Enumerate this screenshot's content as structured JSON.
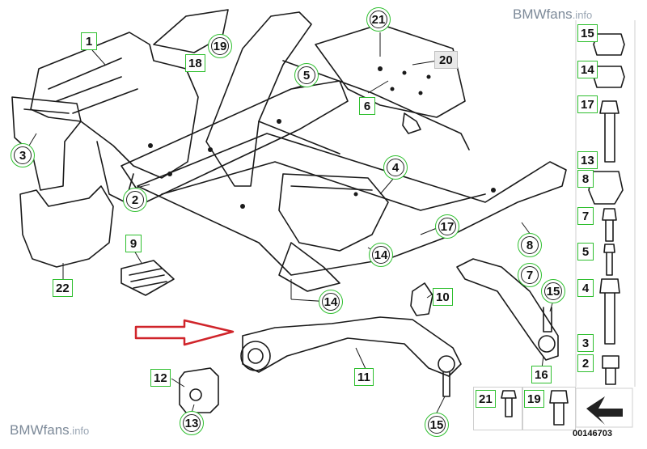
{
  "watermark": {
    "brand": "BMWfans",
    "suffix": ".info"
  },
  "document_number": "00146703",
  "callouts": {
    "c1": "1",
    "c2": "2",
    "c3": "3",
    "c4": "4",
    "c5": "5",
    "c6": "6",
    "c7": "7",
    "c8": "8",
    "c9": "9",
    "c10": "10",
    "c11": "11",
    "c12": "12",
    "c13": "13",
    "c14a": "14",
    "c14b": "14",
    "c15a": "15",
    "c15b": "15",
    "c16": "16",
    "c17": "17",
    "c18": "18",
    "c19": "19",
    "c20": "20",
    "c21": "21",
    "c22": "22"
  },
  "legend": {
    "r15": "15",
    "r14": "14",
    "r17": "17",
    "r13": "13",
    "r8": "8",
    "r7": "7",
    "r5": "5",
    "r4": "4",
    "r3": "3",
    "r2": "2",
    "b21": "21",
    "b19": "19"
  },
  "colors": {
    "callout_border": "#2fbf2f",
    "arrow": "#d0242a",
    "line": "#1a1a1a"
  }
}
